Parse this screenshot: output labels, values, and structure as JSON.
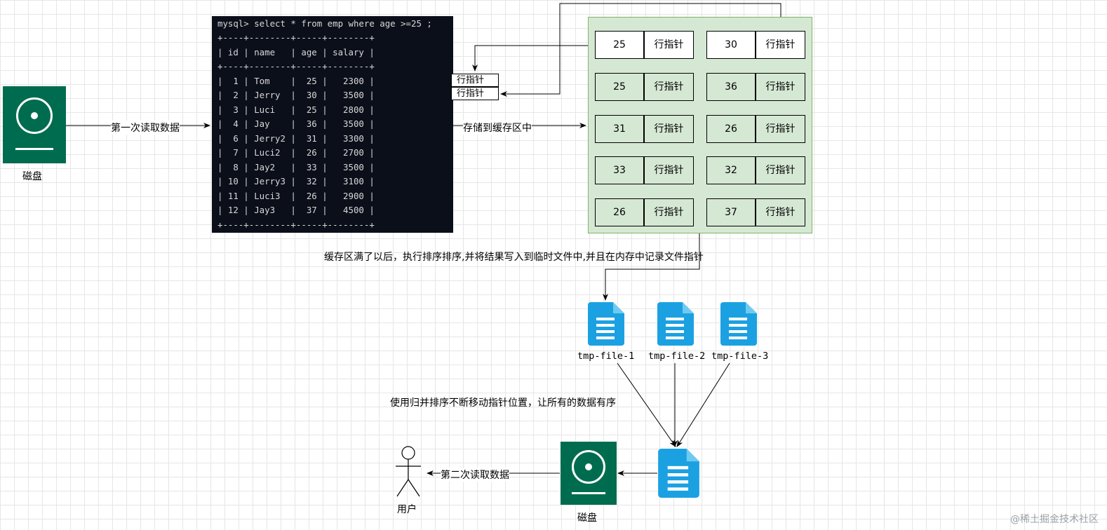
{
  "disk_top": {
    "label": "磁盘"
  },
  "disk_bottom": {
    "label": "磁盘"
  },
  "arrow_labels": {
    "first_read": "第一次读取数据",
    "store_buffer": "存储到缓存区中",
    "buffer_full": "缓存区满了以后，执行排序排序,并将结果写入到临时文件中,并且在内存中记录文件指针",
    "merge_sort": "使用归并排序不断移动指针位置，让所有的数据有序",
    "second_read": "第二次读取数据"
  },
  "terminal": {
    "lines": [
      "mysql> select * from emp where age >=25 ;",
      "+----+--------+-----+--------+",
      "| id | name   | age | salary |",
      "+----+--------+-----+--------+",
      "|  1 | Tom    |  25 |   2300 |",
      "|  2 | Jerry  |  30 |   3500 |",
      "|  3 | Luci   |  25 |   2800 |",
      "|  4 | Jay    |  36 |   3500 |",
      "|  6 | Jerry2 |  31 |   3300 |",
      "|  7 | Luci2  |  26 |   2700 |",
      "|  8 | Jay2   |  33 |   3500 |",
      "| 10 | Jerry3 |  32 |   3100 |",
      "| 11 | Luci3  |  26 |   2900 |",
      "| 12 | Jay3   |  37 |   4500 |",
      "+----+--------+-----+--------+"
    ]
  },
  "pointer_boxes": [
    "行指针",
    "行指针"
  ],
  "buffer": {
    "rows": [
      [
        {
          "value": "25",
          "ptr": "行指针"
        },
        {
          "value": "30",
          "ptr": "行指针"
        }
      ],
      [
        {
          "value": "25",
          "ptr": "行指针"
        },
        {
          "value": "36",
          "ptr": "行指针"
        }
      ],
      [
        {
          "value": "31",
          "ptr": "行指针"
        },
        {
          "value": "26",
          "ptr": "行指针"
        }
      ],
      [
        {
          "value": "33",
          "ptr": "行指针"
        },
        {
          "value": "32",
          "ptr": "行指针"
        }
      ],
      [
        {
          "value": "26",
          "ptr": "行指针"
        },
        {
          "value": "37",
          "ptr": "行指针"
        }
      ]
    ]
  },
  "tmp_files": [
    "tmp-file-1",
    "tmp-file-2",
    "tmp-file-3"
  ],
  "user": {
    "label": "用户"
  },
  "watermark": "@稀土掘金技术社区",
  "colors": {
    "disk": "#006C4F",
    "file": "#1BA1E2",
    "buffer_fill": "#d5e8d4",
    "buffer_border": "#82b366",
    "terminal_bg": "#0b0f1a"
  }
}
